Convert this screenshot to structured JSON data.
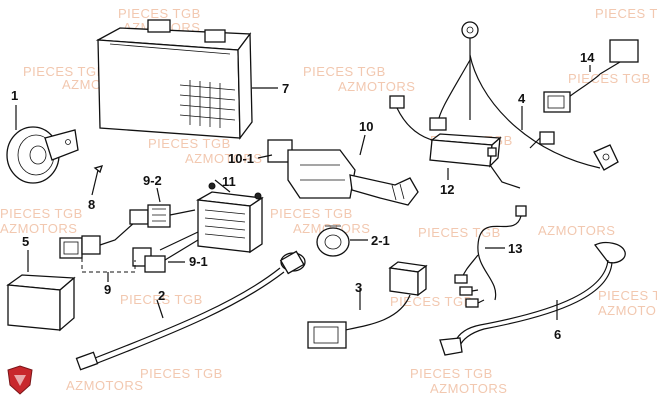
{
  "watermark": {
    "line1": "PIECES TGB",
    "line2": "AZMOTORS"
  },
  "callouts": [
    "1",
    "2",
    "2-1",
    "3",
    "4",
    "5",
    "6",
    "7",
    "8",
    "9",
    "9-1",
    "9-2",
    "10",
    "10-1",
    "11",
    "12",
    "13",
    "14"
  ],
  "colors": {
    "ink": "#111111",
    "watermark": "#f2c8b0",
    "logo": "#c8282d"
  },
  "logo_icon": "shield-logo-icon"
}
